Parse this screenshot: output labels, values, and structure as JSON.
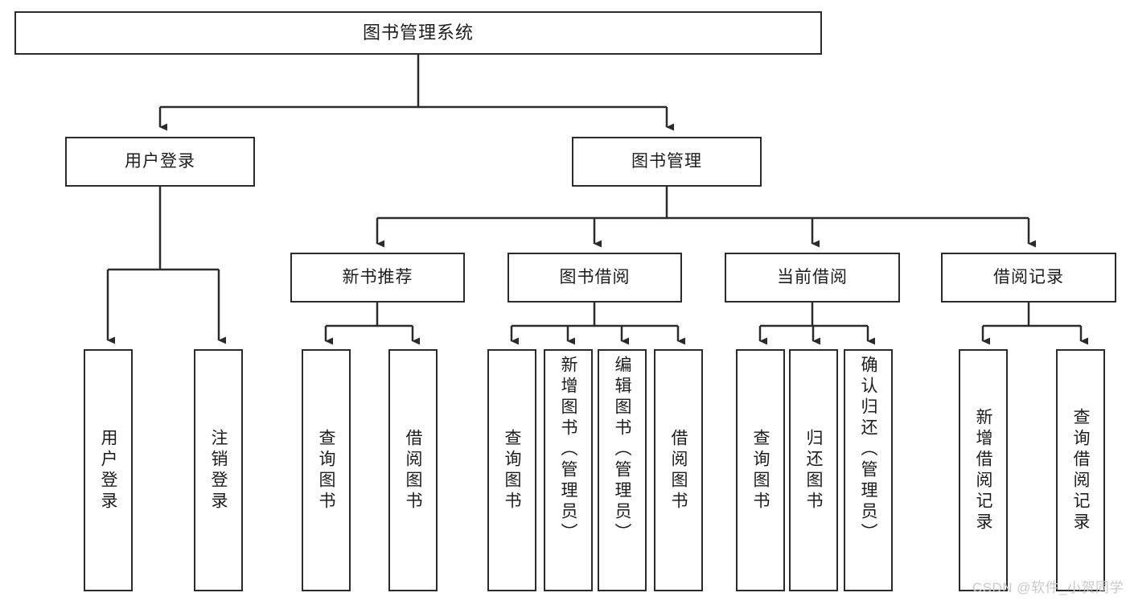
{
  "diagram": {
    "title": "图书管理系统",
    "type": "hierarchy-tree",
    "watermark": "CSDN @软件_小贺同学",
    "colors": {
      "box_border": "#2b2b2b",
      "box_fill": "#ffffff",
      "connector": "#2b2b2b",
      "text": "#1d1d1d",
      "watermark": "#c9c9c9"
    },
    "nodes": {
      "root": {
        "label": "图书管理系统"
      },
      "level2": [
        {
          "id": "user-login",
          "label": "用户登录"
        },
        {
          "id": "book-manage",
          "label": "图书管理"
        }
      ],
      "level3": [
        {
          "id": "new-book-recommend",
          "label": "新书推荐"
        },
        {
          "id": "book-borrow",
          "label": "图书借阅"
        },
        {
          "id": "current-borrow",
          "label": "当前借阅"
        },
        {
          "id": "borrow-record",
          "label": "借阅记录"
        }
      ],
      "leaves": {
        "user_login": [
          {
            "id": "leaf-user-login",
            "label": "用户登录"
          },
          {
            "id": "leaf-logout",
            "label": "注销登录"
          }
        ],
        "new_book_recommend": [
          {
            "id": "leaf-query-book-1",
            "label": "查询图书"
          },
          {
            "id": "leaf-borrow-book-1",
            "label": "借阅图书"
          }
        ],
        "book_borrow": [
          {
            "id": "leaf-query-book-2",
            "label": "查询图书"
          },
          {
            "id": "leaf-add-book",
            "label": "新增图书（管理员）"
          },
          {
            "id": "leaf-edit-book",
            "label": "编辑图书（管理员）"
          },
          {
            "id": "leaf-borrow-book-2",
            "label": "借阅图书"
          }
        ],
        "current_borrow": [
          {
            "id": "leaf-query-book-3",
            "label": "查询图书"
          },
          {
            "id": "leaf-return-book",
            "label": "归还图书"
          },
          {
            "id": "leaf-confirm-return",
            "label": "确认归还（管理员）"
          }
        ],
        "borrow_record": [
          {
            "id": "leaf-add-record",
            "label": "新增借阅记录"
          },
          {
            "id": "leaf-query-record",
            "label": "查询借阅记录"
          }
        ]
      }
    }
  }
}
